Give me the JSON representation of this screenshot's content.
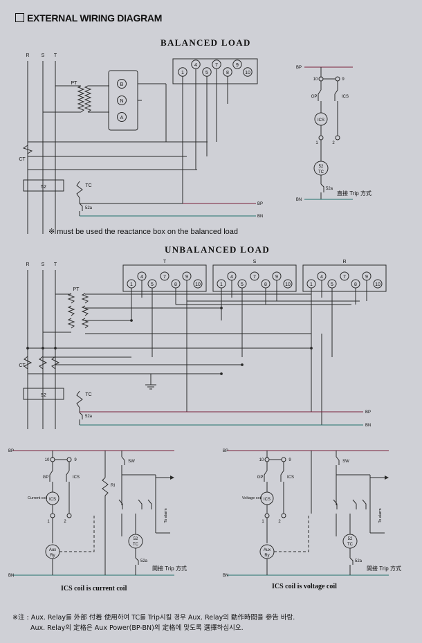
{
  "header": {
    "title": "EXTERNAL WIRING DIAGRAM"
  },
  "balanced": {
    "title": "BALANCED LOAD",
    "phases": [
      "R",
      "S",
      "T"
    ],
    "pt_label": "PT",
    "ct_label": "CT",
    "breaker_label": "52",
    "tc_label": "TC",
    "aux_contact_label": "52a",
    "reactance_letters": [
      "B",
      "N",
      "A"
    ],
    "terminals": [
      "1",
      "4",
      "5",
      "7",
      "8",
      "9",
      "10"
    ],
    "bp_label": "BP",
    "bn_label": "BN",
    "note": "※ must be used the reactance box on the balanced load",
    "trip": {
      "bp": "BP",
      "bn": "BN",
      "t10": "10",
      "t9": "9",
      "gp": "GP",
      "ics": "ICS",
      "ics_coil": "ICS",
      "t1": "1",
      "t2": "2",
      "tc_top": "52",
      "tc_bottom": "TC",
      "contact": "52a",
      "mode": "直接 Trip 方式"
    }
  },
  "unbalanced": {
    "title": "UNBALANCED LOAD",
    "phases": [
      "R",
      "S",
      "T"
    ],
    "pt_label": "PT",
    "ct_label": "CT",
    "breaker_label": "52",
    "tc_label": "TC",
    "aux_contact_label": "52a",
    "relay_names": [
      "T",
      "S",
      "R"
    ],
    "terminals": [
      "1",
      "4",
      "5",
      "7",
      "8",
      "9",
      "10"
    ],
    "bp_label": "BP",
    "bn_label": "BN"
  },
  "current_coil": {
    "bp": "BP",
    "bn": "BN",
    "t10": "10",
    "t9": "9",
    "gp": "GP",
    "ics": "ICS",
    "coil_label": "Current coil",
    "ics_coil": "ICS",
    "t1": "1",
    "t2": "2",
    "sw": "SW",
    "ri": "RI",
    "to_alarm": "To alarm",
    "aux_top": "Aux",
    "aux_bottom": "Ry",
    "tc_top": "52",
    "tc_bottom": "TC",
    "contact": "52a",
    "mode": "間接 Trip 方式",
    "caption": "ICS coil is current coil"
  },
  "voltage_coil": {
    "bp": "BP",
    "bn": "BN",
    "t10": "10",
    "t9": "9",
    "gp": "GP",
    "ics": "ICS",
    "coil_label": "Voltage coil",
    "ics_coil": "ICS",
    "t1": "1",
    "t2": "2",
    "sw": "SW",
    "to_alarm": "To alarm",
    "aux_top": "Aux",
    "aux_bottom": "Ry",
    "tc_top": "52",
    "tc_bottom": "TC",
    "contact": "52a",
    "mode": "間接 Trip 方式",
    "caption": "ICS coil is voltage coil"
  },
  "footnote": {
    "line1": "※注 : Aux. Relay를 外部 付着 使用하여 TC를 Trip시킬 경우 Aux. Relay의 動作時間을 参告 바람.",
    "line2": "Aux. Relay의 定格은 Aux Power(BP-BN)의 定格에 맞도록 選擇하십시오."
  },
  "colors": {
    "wire": "#2a2a2a",
    "bp_bus": "#7a1f3a",
    "bn_bus": "#1f6f6a"
  }
}
